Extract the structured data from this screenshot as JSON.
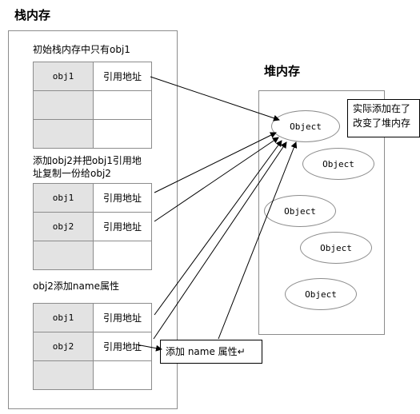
{
  "stack": {
    "title": "栈内存",
    "sections": [
      {
        "caption": "初始栈内存中只有obj1",
        "rows": [
          {
            "var": "obj1",
            "ref": "引用地址"
          },
          {
            "var": "",
            "ref": ""
          },
          {
            "var": "",
            "ref": ""
          }
        ]
      },
      {
        "caption_lines": [
          "添加obj2并把obj1引用地",
          "址复制一份给obj2"
        ],
        "rows": [
          {
            "var": "obj1",
            "ref": "引用地址"
          },
          {
            "var": "obj2",
            "ref": "引用地址"
          },
          {
            "var": "",
            "ref": ""
          }
        ]
      },
      {
        "caption": "obj2添加name属性",
        "rows": [
          {
            "var": "obj1",
            "ref": "引用地址"
          },
          {
            "var": "obj2",
            "ref": "引用地址"
          },
          {
            "var": "",
            "ref": ""
          }
        ]
      }
    ]
  },
  "heap": {
    "title": "堆内存",
    "objects": [
      "Object",
      "Object",
      "Object",
      "Object",
      "Object"
    ]
  },
  "notes": {
    "heap_note_lines": [
      "实际添加在了",
      "改变了堆内存"
    ],
    "add_name_note": "添加 name 属性↵"
  }
}
